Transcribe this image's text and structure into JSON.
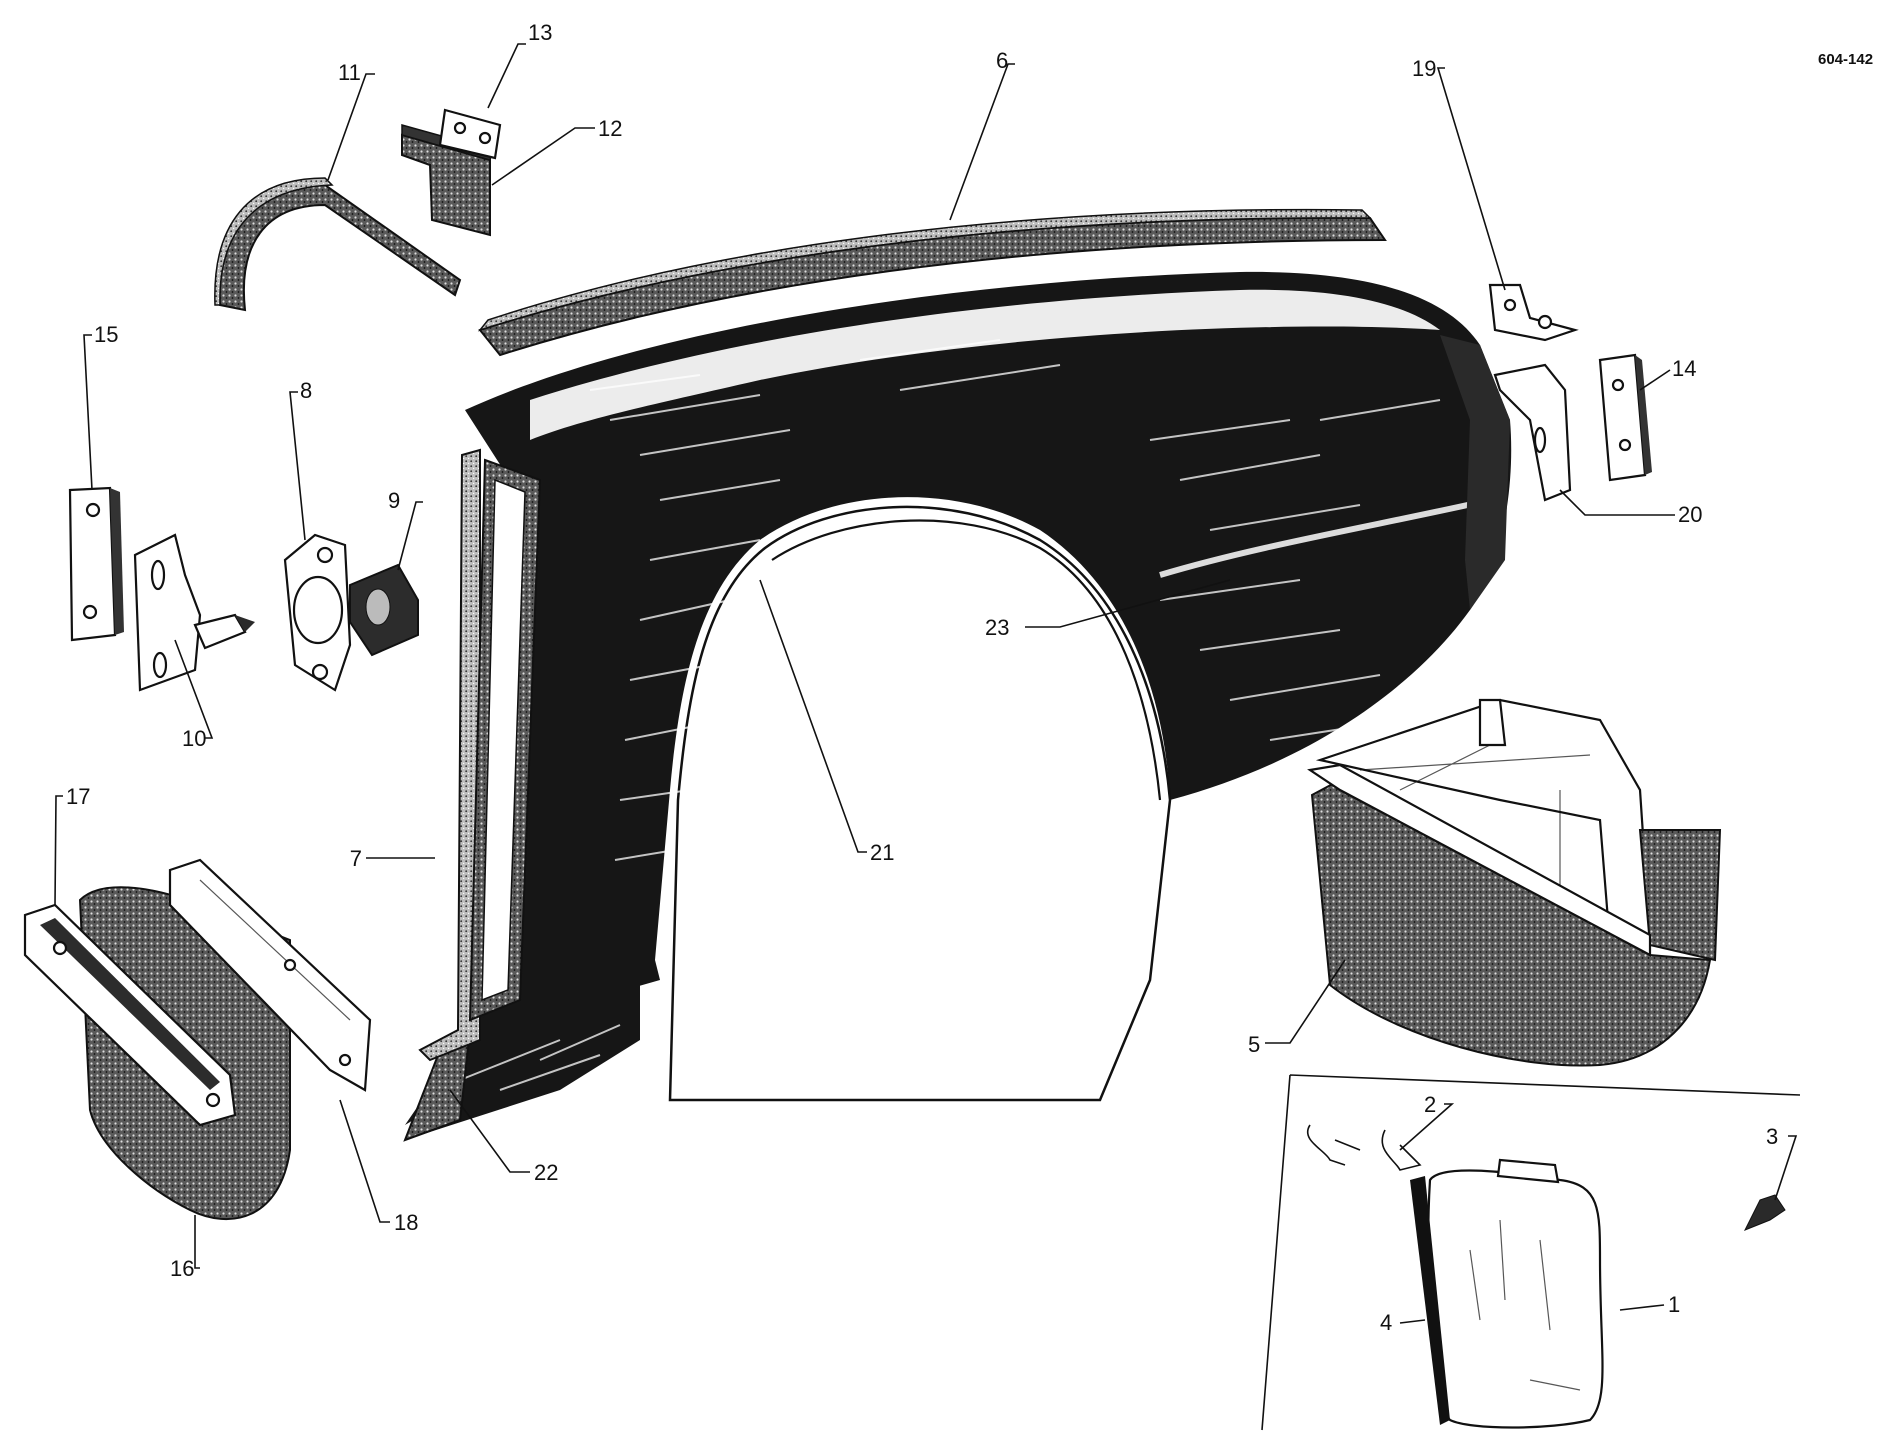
{
  "drawing_code": "604-142",
  "labels": {
    "l1": "1",
    "l2": "2",
    "l3": "3",
    "l4": "4",
    "l5": "5",
    "l6": "6",
    "l7": "7",
    "l8": "8",
    "l9": "9",
    "l10": "10",
    "l11": "11",
    "l12": "12",
    "l13": "13",
    "l14": "14",
    "l15": "15",
    "l16": "16",
    "l17": "17",
    "l18": "18",
    "l19": "19",
    "l20": "20",
    "l21": "21",
    "l22": "22",
    "l23": "23"
  }
}
